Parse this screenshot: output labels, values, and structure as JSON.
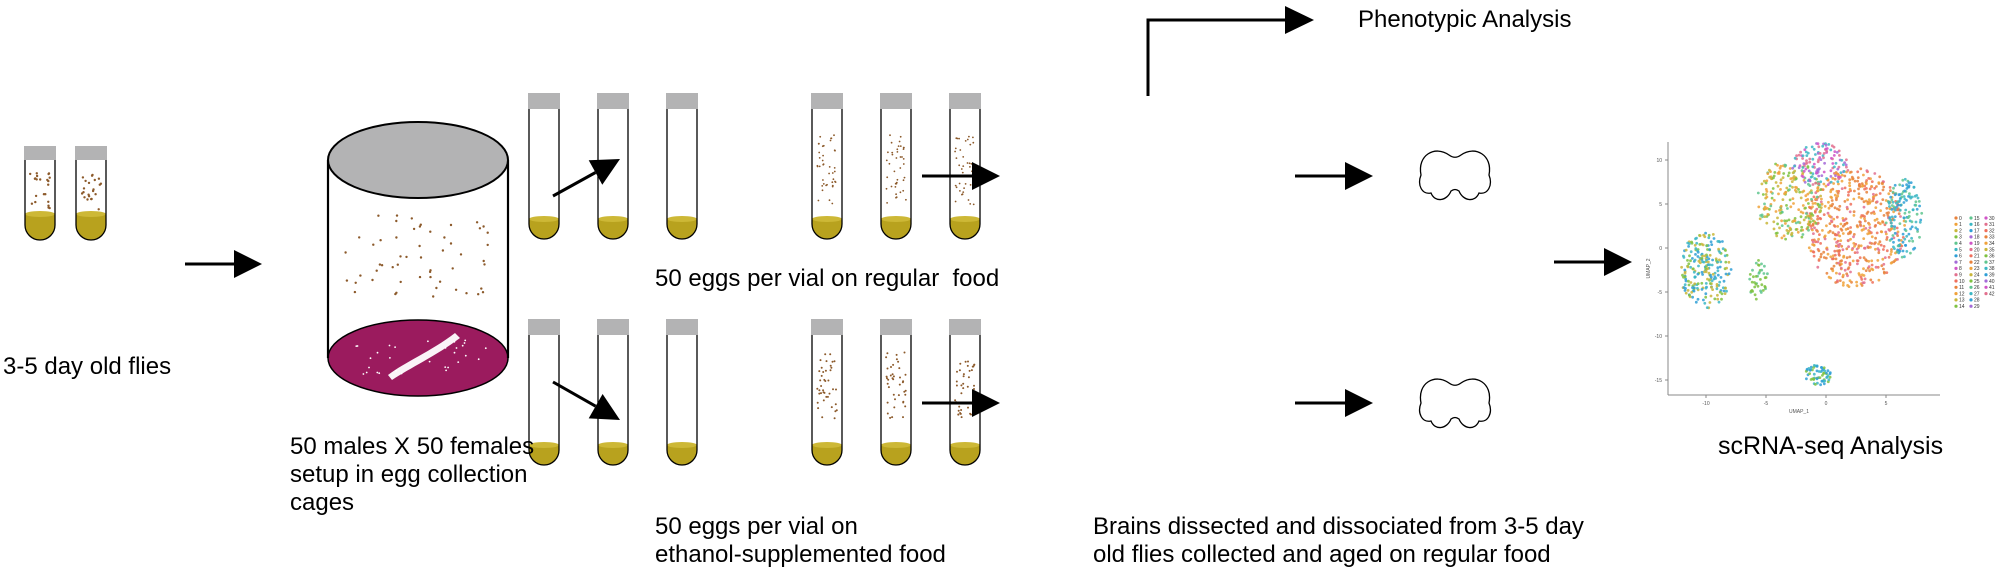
{
  "labels": {
    "flies": "3-5 day old flies",
    "cage_line1": "50 males X 50 females",
    "cage_line2": "setup in egg collection",
    "cage_line3": "cages",
    "regular_food": "50 eggs per vial on regular  food",
    "ethanol_line1": "50 eggs per vial on",
    "ethanol_line2": "ethanol-supplemented food",
    "brains_line1": "Brains dissected and dissociated from 3-5 day",
    "brains_line2": "old flies collected and aged on regular food",
    "phenotypic": "Phenotypic Analysis",
    "scrna": "scRNA-seq Analysis"
  },
  "umap": {
    "x_label": "UMAP_1",
    "y_label": "UMAP_2",
    "x_ticks": [
      "-10",
      "-5",
      "0",
      "5"
    ],
    "y_ticks": [
      "10",
      "5",
      "0",
      "-5",
      "-10",
      "-15"
    ],
    "legend_columns": [
      [
        "0",
        "1",
        "2",
        "3",
        "4",
        "5",
        "6",
        "7",
        "8",
        "9",
        "10",
        "11",
        "12",
        "13",
        "14"
      ],
      [
        "15",
        "16",
        "17",
        "18",
        "19",
        "20",
        "21",
        "22",
        "23",
        "24",
        "25",
        "26",
        "27",
        "28",
        "29"
      ],
      [
        "30",
        "31",
        "32",
        "33",
        "34",
        "35",
        "36",
        "37",
        "38",
        "39",
        "40",
        "41",
        "42"
      ]
    ]
  },
  "colors": {
    "food_yellow": "#b8a21e",
    "cage_magenta": "#9b1b5e",
    "cap_gray": "#b3b3b4",
    "egg_brown": "#8c5a2b",
    "umap_orange": "#e8823c",
    "umap_green": "#7fc241",
    "umap_cyan": "#3cb7c4",
    "umap_magenta": "#d055c8",
    "umap_pink": "#e2708f"
  }
}
